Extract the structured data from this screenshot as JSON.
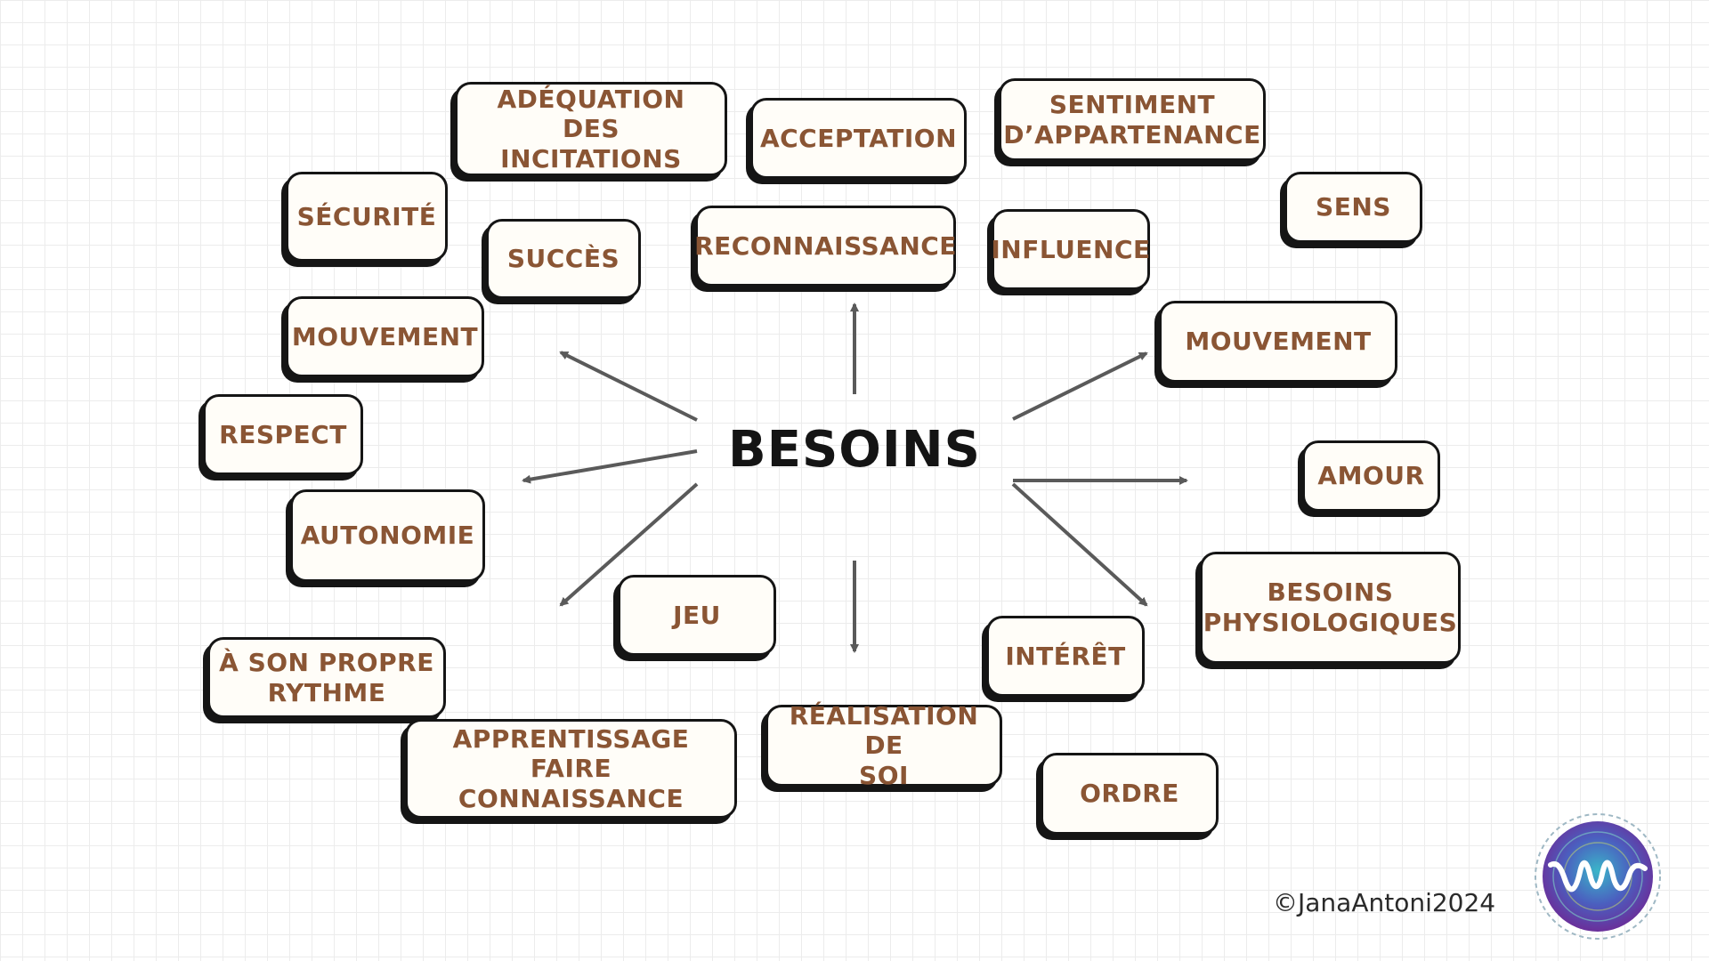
{
  "center": {
    "label": "BESOINS"
  },
  "nodes": [
    {
      "id": "securite",
      "label": "SÉCURITÉ"
    },
    {
      "id": "adequation",
      "label": "ADÉQUATION DES\nINCITATIONS"
    },
    {
      "id": "acceptation",
      "label": "ACCEPTATION"
    },
    {
      "id": "appartenance",
      "label": "SENTIMENT\nD’APPARTENANCE"
    },
    {
      "id": "sens",
      "label": "SENS"
    },
    {
      "id": "succes",
      "label": "SUCCÈS"
    },
    {
      "id": "reconnaissance",
      "label": "RECONNAISSANCE"
    },
    {
      "id": "influence",
      "label": "INFLUENCE"
    },
    {
      "id": "mouvement-left",
      "label": "MOUVEMENT"
    },
    {
      "id": "mouvement-right",
      "label": "MOUVEMENT"
    },
    {
      "id": "respect",
      "label": "RESPECT"
    },
    {
      "id": "amour",
      "label": "AMOUR"
    },
    {
      "id": "autonomie",
      "label": "AUTONOMIE"
    },
    {
      "id": "physiologiques",
      "label": "BESOINS\nPHYSIOLOGIQUES"
    },
    {
      "id": "jeu",
      "label": "JEU"
    },
    {
      "id": "interet",
      "label": "INTÉRÊT"
    },
    {
      "id": "rythme",
      "label": "À SON PROPRE\nRYTHME"
    },
    {
      "id": "apprentissage",
      "label": "APPRENTISSAGE FAIRE\nCONNAISSANCE"
    },
    {
      "id": "realisation",
      "label": "RÉALISATION DE\nSOI"
    },
    {
      "id": "ordre",
      "label": "ORDRE"
    }
  ],
  "footer": {
    "copyright": "©JanaAntoni2024"
  },
  "logo": {
    "icon": "wm-monogram-logo-icon"
  },
  "colors": {
    "node_text": "#8a5534",
    "node_fill": "#fffdf8",
    "node_border": "#151515",
    "arrow": "#5a5a5a",
    "center_text": "#141414"
  }
}
